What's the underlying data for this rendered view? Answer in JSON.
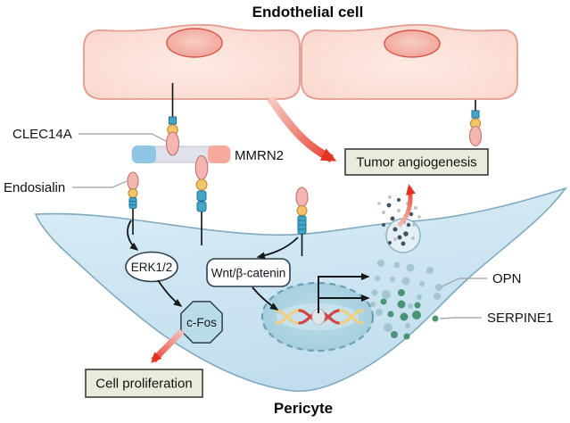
{
  "title_top": "Endothelial cell",
  "title_bottom": "Pericyte",
  "labels": {
    "clec14a": "CLEC14A",
    "mmrn2": "MMRN2",
    "endosialin": "Endosialin",
    "opn": "OPN",
    "serpine1": "SERPINE1"
  },
  "nodes": {
    "erk": "ERK1/2",
    "wnt": "Wnt/β-catenin",
    "cfos": "c-Fos"
  },
  "outcome_boxes": {
    "tumor_angiogenesis": "Tumor angiogenesis",
    "cell_proliferation": "Cell proliferation"
  },
  "colors": {
    "endothelial_fill": "#fbdcd3",
    "endothelial_stroke": "#e49b90",
    "endo_nucleus_fill": "#f3a99e",
    "endo_nucleus_stroke": "#d5564a",
    "pericyte_fill": "#cfe6f2",
    "pericyte_stroke": "#7fa9bd",
    "pericyte_nucleus_fill": "#a4cfde",
    "pericyte_nucleus_stroke": "#6f9fb2",
    "receptor_pink": "#f4b6b2",
    "receptor_pink_stroke": "#c4706c",
    "receptor_yellow": "#f3c468",
    "receptor_yellow_stroke": "#b5862f",
    "receptor_blue": "#45a5c9",
    "receptor_blue_stroke": "#1f7396",
    "mmrn2_body": "#dfe2ea",
    "mmrn2_cap_left": "#8ec6e3",
    "mmrn2_cap_right": "#f6a99c",
    "outcome_box_fill": "#ebebdc",
    "outcome_box_stroke": "#3a3a3a",
    "red_arrow": "#e53322",
    "red_arrow_tail": "#f6cdc5",
    "black_arrow": "#16181a",
    "opn_dot": "#9fc0cc",
    "serpine1_dot": "#4b9377",
    "vesicle_dot_dark": "#46525c",
    "vesicle_dot_light": "#b9c6cb",
    "dna_yellow": "#efd083",
    "dna_red": "#d44440",
    "label_line": "#9aa0a6"
  },
  "dots": {
    "secreted_gray": [
      [
        427,
        295,
        4
      ],
      [
        445,
        297,
        3.5
      ],
      [
        460,
        300,
        4.5
      ],
      [
        482,
        303,
        4
      ],
      [
        423,
        312,
        3
      ],
      [
        440,
        313,
        3
      ],
      [
        455,
        315,
        4.5
      ],
      [
        473,
        318,
        3
      ],
      [
        492,
        322,
        4
      ],
      [
        420,
        328,
        3.5
      ],
      [
        433,
        330,
        5
      ],
      [
        470,
        333,
        3
      ],
      [
        490,
        332,
        4
      ],
      [
        418,
        341,
        3
      ],
      [
        460,
        343,
        3
      ],
      [
        425,
        350,
        4
      ],
      [
        457,
        365,
        3
      ],
      [
        435,
        367,
        5
      ]
    ],
    "secreted_green": [
      [
        450,
        328,
        4
      ],
      [
        430,
        338,
        3.5
      ],
      [
        450,
        341,
        4.5
      ],
      [
        468,
        342,
        3.5
      ],
      [
        438,
        352,
        3.5
      ],
      [
        453,
        355,
        4.5
      ],
      [
        467,
        353,
        5
      ],
      [
        488,
        357,
        3.5
      ],
      [
        442,
        375,
        4
      ],
      [
        456,
        377,
        3.5
      ]
    ],
    "vesicle_dark": [
      [
        436,
        230,
        2.5
      ],
      [
        447,
        224,
        2
      ],
      [
        440,
        245,
        2.5
      ],
      [
        452,
        248,
        2.8
      ],
      [
        443,
        257,
        2.5
      ],
      [
        455,
        262,
        2.8
      ],
      [
        452,
        273,
        2.5
      ],
      [
        437,
        272,
        2
      ],
      [
        461,
        240,
        2.2
      ],
      [
        448,
        266,
        2.5
      ],
      [
        430,
        252,
        2
      ],
      [
        458,
        252,
        2.2
      ]
    ],
    "vesicle_light": [
      [
        447,
        236,
        2
      ],
      [
        457,
        228,
        2
      ],
      [
        464,
        252,
        2
      ],
      [
        443,
        268,
        2
      ],
      [
        463,
        267,
        2
      ],
      [
        430,
        238,
        2
      ],
      [
        466,
        233,
        2
      ],
      [
        437,
        221,
        2
      ],
      [
        425,
        228,
        1.8
      ],
      [
        460,
        218,
        1.8
      ],
      [
        470,
        243,
        1.8
      ],
      [
        433,
        262,
        2
      ]
    ]
  }
}
